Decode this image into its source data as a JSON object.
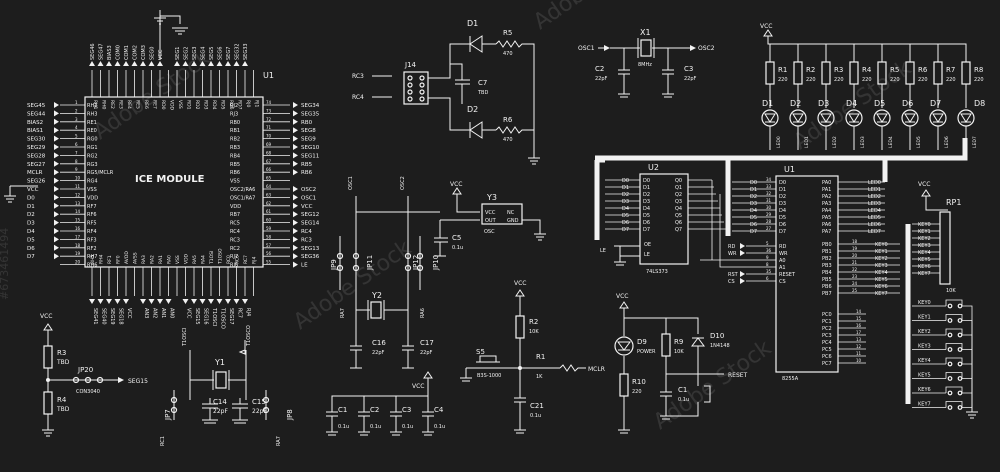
{
  "ice": {
    "ref": "U1",
    "title": "ICE MODULE",
    "left_labels": [
      "SEG45",
      "SEG44",
      "BIAS2",
      "BIAS1",
      "SEG30",
      "SEG29",
      "SEG28",
      "SEG27",
      "MCLR",
      "SEG26",
      "VCC",
      "D0",
      "D1",
      "D2",
      "D3",
      "D4",
      "D5",
      "D6",
      "D7"
    ],
    "left_pins": [
      "RH2",
      "RH3",
      "RE1",
      "RE0",
      "RG0",
      "RG1",
      "RG2",
      "RG3",
      "RG5/MCLR",
      "RG4",
      "VSS",
      "VDD",
      "RF7",
      "RF6",
      "RF5",
      "RF4",
      "RF3",
      "RF2",
      "RH7",
      "RH6"
    ],
    "right_pins": [
      "RJ2",
      "RJ3",
      "RB0",
      "RB1",
      "RB2",
      "RB3",
      "RB4",
      "RB5",
      "RB6",
      "VSS",
      "OSC2/RA6",
      "OSC1/RA7",
      "VDD",
      "RB7",
      "RC5",
      "RC4",
      "RC3",
      "RC2",
      "RJ7",
      "RJ6"
    ],
    "right_labels": [
      "SEG34",
      "SEG35",
      "RB0",
      "SEG8",
      "SEG9",
      "SEG10",
      "SEG11",
      "RB5",
      "RB6",
      "",
      "OSC2",
      "OSC1",
      "VCC",
      "SEG12",
      "SEG14",
      "RC4",
      "RC3",
      "SEG13",
      "SEG36",
      "LE"
    ],
    "top_pins": [
      "RH1",
      "RH0",
      "RE2",
      "RE3",
      "RE4",
      "RE5",
      "RE6",
      "RE7",
      "RD0",
      "VDD",
      "VSS",
      "RD1",
      "RD2",
      "RD3",
      "RD4",
      "RD5",
      "RD6",
      "RD7",
      "RJ0",
      "RJ1"
    ],
    "top_labels": [
      "SEG46",
      "SEG47",
      "BIAS3",
      "COM0",
      "COM1",
      "COM2",
      "COM3",
      "SEG0",
      "VCC",
      "",
      "SEG1",
      "SEG2",
      "SEG3",
      "SEG4",
      "SEG5",
      "SEG6",
      "SEG7",
      "SEG32",
      "SEG33"
    ],
    "bottom_pins": [
      "RH5",
      "RH4",
      "RF1",
      "RF0",
      "AVDD",
      "AVSS",
      "RA3",
      "RA2",
      "RA1",
      "RA0",
      "VSS",
      "VDD",
      "RA5",
      "RA4",
      "T1OSI",
      "T1OSO",
      "RC0",
      "RC6",
      "RC7",
      "RJ4"
    ],
    "bottom_labels": [
      "SEG41",
      "SEG40",
      "SEG19",
      "SEG18",
      "VCC",
      "",
      "AN3",
      "AN2",
      "AN1",
      "AN0",
      "",
      "VCC",
      "SEG15",
      "SEG16",
      "T1OSCI",
      "T1OSCO",
      "SEG17",
      "RC7",
      "RJ4"
    ],
    "pin_nums": [
      "74",
      "73",
      "72",
      "71",
      "70",
      "69",
      "68",
      "67",
      "66",
      "65",
      "64",
      "63",
      "62",
      "61",
      "60",
      "59",
      "58",
      "57",
      "56",
      "55"
    ]
  },
  "u2": {
    "ref": "U2",
    "part": "74LS373",
    "d_pins": [
      "D0",
      "D1",
      "D2",
      "D3",
      "D4",
      "D5",
      "D6",
      "D7"
    ],
    "q_pins": [
      "Q0",
      "Q1",
      "Q2",
      "Q3",
      "Q4",
      "Q5",
      "Q6",
      "Q7"
    ],
    "oe": "OE",
    "le": "LE",
    "le_label": "LE"
  },
  "u3": {
    "ref": "U1",
    "part": "8255A",
    "d_pins": [
      "D0",
      "D1",
      "D2",
      "D3",
      "D4",
      "D5",
      "D6",
      "D7"
    ],
    "ctrl_pins": [
      "RD",
      "WR",
      "A0",
      "A1",
      "RESET",
      "CS"
    ],
    "ctrl_nums": [
      "5",
      "36",
      "9",
      "8",
      "35",
      "6"
    ],
    "ctrl_labels": [
      "RD",
      "WR",
      "",
      "",
      "RST",
      "CS"
    ],
    "pa": [
      "PA0",
      "PA1",
      "PA2",
      "PA3",
      "PA4",
      "PA5",
      "PA6",
      "PA7"
    ],
    "pb": [
      "PB0",
      "PB1",
      "PB2",
      "PB3",
      "PB4",
      "PB5",
      "PB6",
      "PB7"
    ],
    "pc": [
      "PC0",
      "PC1",
      "PC2",
      "PC3",
      "PC4",
      "PC5",
      "PC6",
      "PC7"
    ],
    "pb_nums": [
      "18",
      "19",
      "20",
      "21",
      "22",
      "23",
      "24",
      "25"
    ],
    "pc_nums": [
      "14",
      "15",
      "16",
      "17",
      "13",
      "12",
      "11",
      "10"
    ],
    "d_nums": [
      "34",
      "33",
      "32",
      "31",
      "30",
      "29",
      "28",
      "27"
    ]
  },
  "leds": {
    "resistors": [
      "R1",
      "R2",
      "R3",
      "R4",
      "R5",
      "R6",
      "R7",
      "R8"
    ],
    "value": "220",
    "diodes": [
      "D1",
      "D2",
      "D3",
      "D4",
      "D5",
      "D6",
      "D7",
      "D8"
    ],
    "nets": [
      "LED0",
      "LED1",
      "LED2",
      "LED3",
      "LED4",
      "LED5",
      "LED6",
      "LED7"
    ],
    "vcc": "VCC"
  },
  "keys": {
    "rp": "RP1",
    "rp_value": "10K",
    "vcc": "VCC",
    "labels": [
      "KEY0",
      "KEY1",
      "KEY2",
      "KEY3",
      "KEY4",
      "KEY5",
      "KEY6",
      "KEY7"
    ]
  },
  "j14": {
    "ref": "J14",
    "rc3": "RC3",
    "rc4": "RC4",
    "d1": "D1",
    "d2": "D2",
    "r5": "R5",
    "r6": "R6",
    "rval": "470",
    "c7": "C7",
    "c7v": "TBD"
  },
  "x1": {
    "ref": "X1",
    "value": "8MHz",
    "osc1": "OSC1",
    "osc2": "OSC2",
    "c2": "C2",
    "c3": "C3",
    "cval": "22pF"
  },
  "y3": {
    "ref": "Y3",
    "vcc": "VCC",
    "pins": [
      "VCC",
      "OUT",
      "NC",
      "GND"
    ],
    "osc": "OSC",
    "osc1": "OSC1",
    "osc2": "OSC2",
    "c5": "C5",
    "c5v": "0.1u"
  },
  "y2": {
    "ref": "Y2",
    "jp11": "JP11",
    "jp9": "JP9",
    "jp12": "JP12",
    "jp10": "JP10",
    "ra7": "RA7",
    "ra6": "RA6",
    "c16": "C16",
    "c17": "C17",
    "cval": "22pF"
  },
  "y1": {
    "ref": "Y1",
    "jp7": "JP7",
    "jp8": "JP8",
    "t1osci": "T1OSCI",
    "t1osco": "T1OSCO",
    "c14": "C14",
    "c15": "C15",
    "cval": "22pF",
    "rc1": "RC1",
    "ra7": "RA7"
  },
  "bypass": {
    "vcc": "VCC",
    "caps": [
      "C1",
      "C2",
      "C3",
      "C4"
    ],
    "value": "0.1u"
  },
  "reset": {
    "s5": "S5",
    "s5part": "B3S-1000",
    "r2": "R2",
    "r2v": "10K",
    "r1": "R1",
    "r1v": "1K",
    "mclr": "MCLR",
    "c21": "C21",
    "c21v": "0.1u",
    "vcc": "VCC"
  },
  "power": {
    "vcc": "VCC",
    "d9": "D9",
    "d9v": "POWER",
    "r9": "R9",
    "r9v": "10K",
    "d10": "D10",
    "d10v": "1N4148",
    "r10": "R10",
    "r10v": "220",
    "c1": "C1",
    "c1v": "0.1u",
    "reset": "RESET"
  },
  "seg15": {
    "vcc": "VCC",
    "r3": "R3",
    "r3v": "TBD",
    "r4": "R4",
    "r4v": "TBD",
    "jp20": "JP20",
    "jp20v": "CON3040",
    "net": "SEG15"
  },
  "watermark": {
    "text": "Adobe Stock",
    "id": "#673461494"
  }
}
